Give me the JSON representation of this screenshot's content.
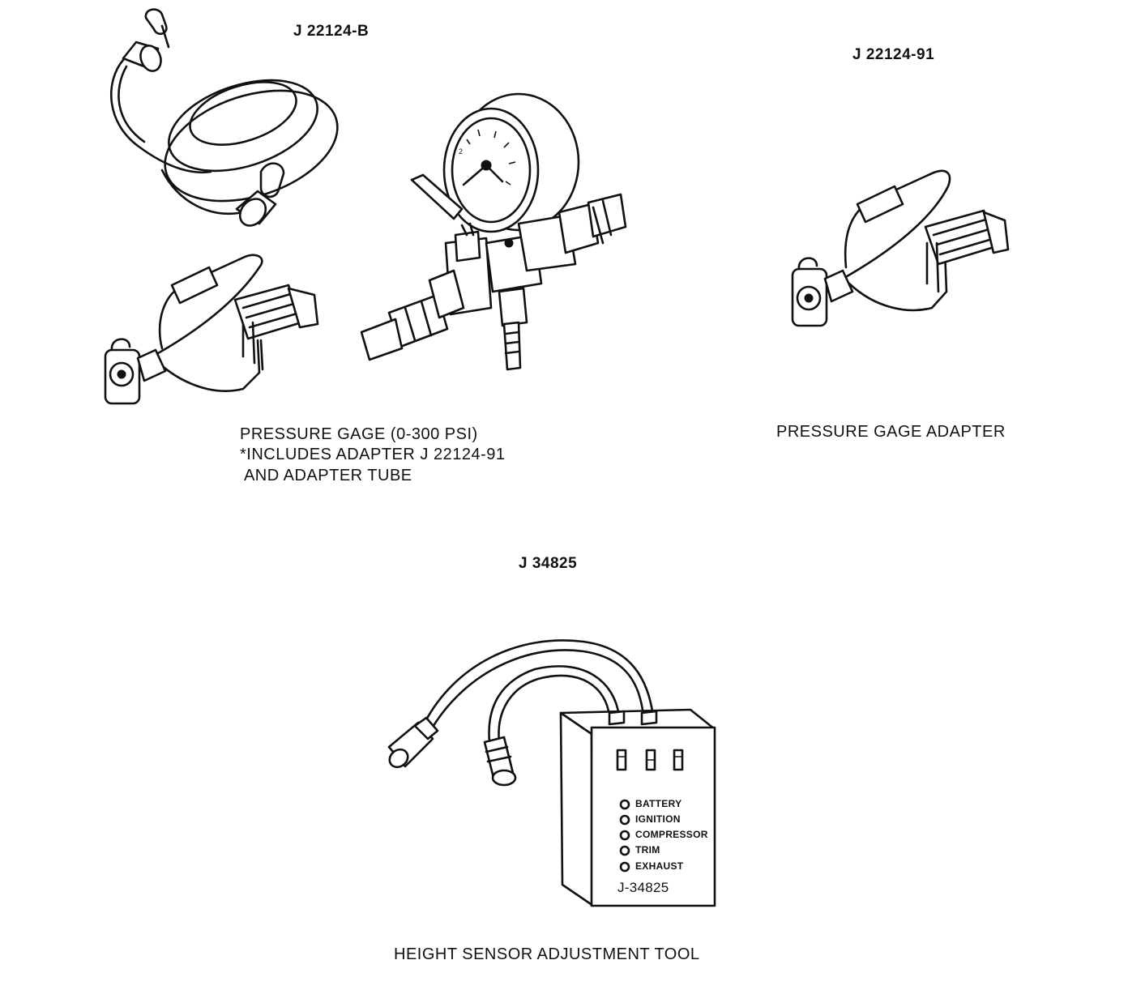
{
  "tools": [
    {
      "code": "J 22124-B",
      "caption_lines": [
        "PRESSURE GAGE (0-300 PSI)",
        "*INCLUDES ADAPTER J 22124-91",
        " AND ADAPTER TUBE"
      ]
    },
    {
      "code": "J 22124-91",
      "caption_lines": [
        "PRESSURE GAGE ADAPTER"
      ]
    },
    {
      "code": "J 34825",
      "caption_lines": [
        "HEIGHT SENSOR ADJUSTMENT TOOL"
      ]
    }
  ],
  "tester_box": {
    "indicators": [
      "BATTERY",
      "IGNITION",
      "COMPRESSOR",
      "TRIM",
      "EXHAUST"
    ],
    "label": "J-34825"
  }
}
